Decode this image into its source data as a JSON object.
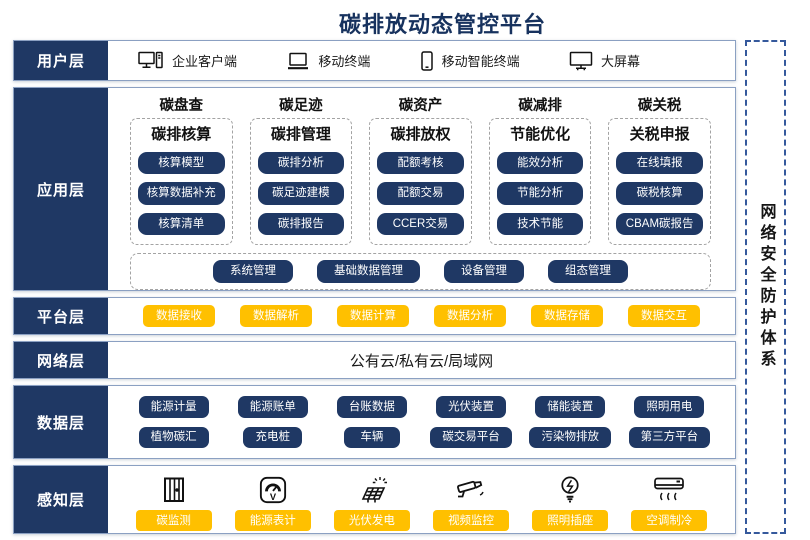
{
  "title": "碳排放动态管控平台",
  "colors": {
    "navy": "#1F3864",
    "gold": "#FFC000",
    "title_text": "#17325E",
    "band_border": "#8BA0C2",
    "dashed_gray": "#A3A3A3",
    "dashed_blue": "#35599C"
  },
  "security_sidebar": {
    "label": "网络安全防护体系"
  },
  "user_layer": {
    "label": "用户层",
    "items": [
      {
        "icon": "desktop-computer-icon",
        "label": "企业客户端"
      },
      {
        "icon": "laptop-icon",
        "label": "移动终端"
      },
      {
        "icon": "smartphone-icon",
        "label": "移动智能终端"
      },
      {
        "icon": "big-screen-icon",
        "label": "大屏幕"
      }
    ]
  },
  "app_layer": {
    "label": "应用层",
    "columns": [
      {
        "header": "碳盘查",
        "subtitle": "碳排核算",
        "items": [
          "核算模型",
          "核算数据补充",
          "核算清单"
        ]
      },
      {
        "header": "碳足迹",
        "subtitle": "碳排管理",
        "items": [
          "碳排分析",
          "碳足迹建模",
          "碳排报告"
        ]
      },
      {
        "header": "碳资产",
        "subtitle": "碳排放权",
        "items": [
          "配额考核",
          "配额交易",
          "CCER交易"
        ]
      },
      {
        "header": "碳减排",
        "subtitle": "节能优化",
        "items": [
          "能效分析",
          "节能分析",
          "技术节能"
        ]
      },
      {
        "header": "碳关税",
        "subtitle": "关税申报",
        "items": [
          "在线填报",
          "碳税核算",
          "CBAM碳报告"
        ]
      }
    ],
    "common_items": [
      "系统管理",
      "基础数据管理",
      "设备管理",
      "组态管理"
    ]
  },
  "platform_layer": {
    "label": "平台层",
    "items": [
      "数据接收",
      "数据解析",
      "数据计算",
      "数据分析",
      "数据存储",
      "数据交互"
    ]
  },
  "network_layer": {
    "label": "网络层",
    "content": "公有云/私有云/局域网"
  },
  "data_layer": {
    "label": "数据层",
    "rows": [
      [
        "能源计量",
        "能源账单",
        "台账数据",
        "光伏装置",
        "储能装置",
        "照明用电"
      ],
      [
        "植物碳汇",
        "充电桩",
        "车辆",
        "碳交易平台",
        "污染物排放",
        "第三方平台"
      ]
    ]
  },
  "perception_layer": {
    "label": "感知层",
    "items": [
      {
        "icon": "carbon-monitor-icon",
        "label": "碳监测"
      },
      {
        "icon": "energy-meter-icon",
        "label": "能源表计"
      },
      {
        "icon": "solar-panel-icon",
        "label": "光伏发电"
      },
      {
        "icon": "cctv-camera-icon",
        "label": "视频监控"
      },
      {
        "icon": "light-bulb-icon",
        "label": "照明插座"
      },
      {
        "icon": "air-conditioner-icon",
        "label": "空调制冷"
      }
    ]
  }
}
